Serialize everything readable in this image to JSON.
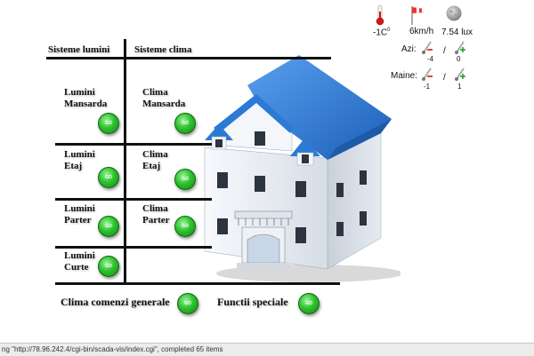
{
  "grid": {
    "header_lights": "Sisteme lumini",
    "header_climate": "Sisteme clima",
    "lights": [
      {
        "line1": "Lumini",
        "line2": "Mansarda"
      },
      {
        "line1": "Lumini",
        "line2": "Etaj"
      },
      {
        "line1": "Lumini",
        "line2": "Parter"
      },
      {
        "line1": "Lumini",
        "line2": "Curte"
      }
    ],
    "climate": [
      {
        "line1": "Clima",
        "line2": "Mansarda"
      },
      {
        "line1": "Clima",
        "line2": "Etaj"
      },
      {
        "line1": "Clima",
        "line2": "Parter"
      }
    ]
  },
  "go_label": "GO",
  "bottom": {
    "general": "Clima comenzi generale",
    "special": "Functii speciale"
  },
  "sensors": {
    "temperature": "-1C",
    "temperature_sup": "0",
    "wind": "6km/h",
    "light": "7.54 lux"
  },
  "forecast": {
    "today_label": "Azi:",
    "today_min": "-4",
    "today_max": "0",
    "tomorrow_label": "Maine:",
    "tomorrow_min": "-1",
    "tomorrow_max": "1",
    "separator": "/"
  },
  "colors": {
    "roof": "#2b7ad6",
    "wall": "#eef2f7",
    "go_button": "#2fc12f"
  },
  "statusbar": {
    "text": "ng \"http://78.96.242.4/cgi-bin/scada-vis/index.cgi\", completed 65 items"
  }
}
